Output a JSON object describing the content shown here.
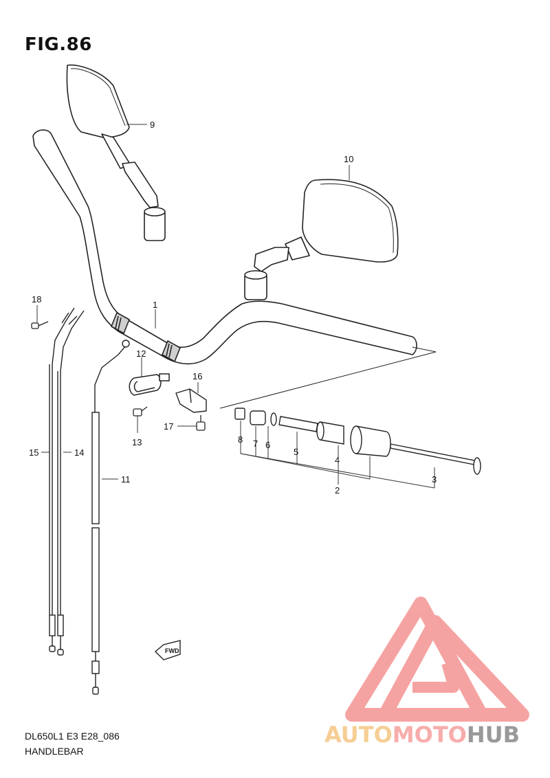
{
  "figure": {
    "title": "FIG.86",
    "model_code": "DL650L1 E3 E28_086",
    "section": "HANDLEBAR",
    "fwd_badge": "FWD"
  },
  "callouts": {
    "c1": "1",
    "c2": "2",
    "c3": "3",
    "c4": "4",
    "c5": "5",
    "c6": "6",
    "c7": "7",
    "c8": "8",
    "c9": "9",
    "c10": "10",
    "c11": "11",
    "c12": "12",
    "c13": "13",
    "c14": "14",
    "c15": "15",
    "c16": "16",
    "c17": "17",
    "c18": "18"
  },
  "watermark": {
    "part1": "AUTO",
    "part2": "MOTO",
    "part3": "HUB",
    "colors": {
      "part1": "#f6c98a",
      "part2": "#f7a5a2",
      "part3": "#8f8f8f",
      "triangle": "#f59a99"
    }
  }
}
